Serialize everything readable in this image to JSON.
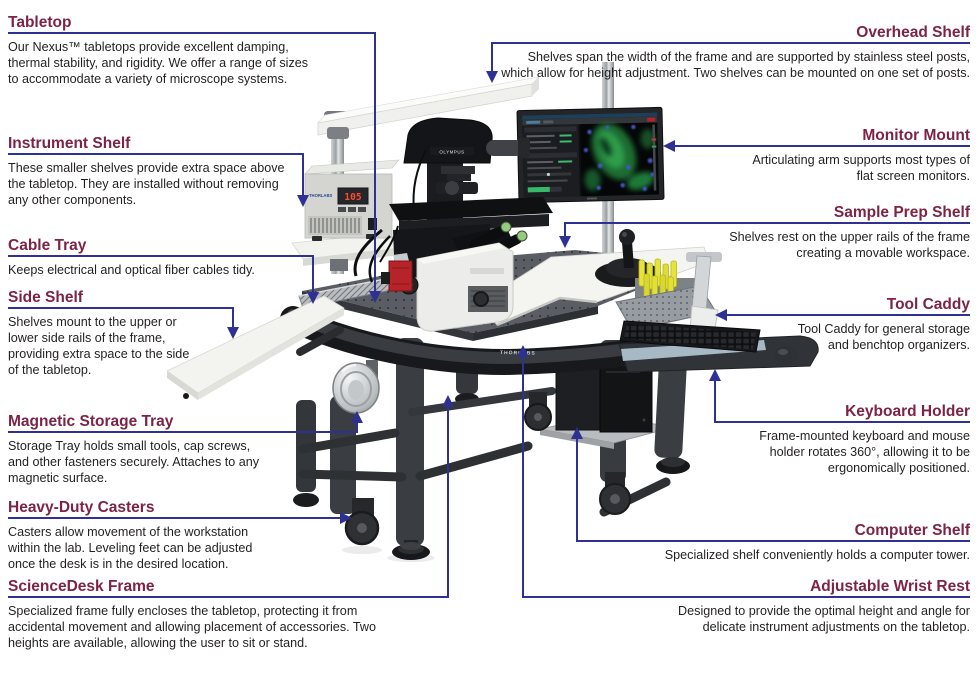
{
  "colors": {
    "heading": "#7c2346",
    "callout_line": "#2e3192",
    "body_text": "#231f20",
    "tube_yellow": "#e6e33c",
    "red_accessory": "#b6242a"
  },
  "workstation": {
    "microscope_brand": "OLYMPUS",
    "desk_brand": "THORLABS",
    "instrument_brand": "THORLABS",
    "instrument_display": "105"
  },
  "callouts_left": [
    {
      "id": "tabletop",
      "title": "Tabletop",
      "description": "Our Nexus™ tabletops provide excellent damping, thermal stability, and rigidity. We offer a range of sizes to accommodate a variety of microscope systems."
    },
    {
      "id": "instrument-shelf",
      "title": "Instrument Shelf",
      "description": "These smaller shelves provide extra space above the tabletop. They are installed without removing any other components."
    },
    {
      "id": "cable-tray",
      "title": "Cable Tray",
      "description": "Keeps electrical and optical fiber cables tidy."
    },
    {
      "id": "side-shelf",
      "title": "Side Shelf",
      "description": "Shelves mount to the upper or lower side rails of the frame, providing extra space to the side of the tabletop."
    },
    {
      "id": "magnetic-storage-tray",
      "title": "Magnetic Storage Tray",
      "description": "Storage Tray holds small tools, cap screws, and other fasteners securely. Attaches to any magnetic surface."
    },
    {
      "id": "heavy-duty-casters",
      "title": "Heavy-Duty Casters",
      "description": "Casters allow movement of the workstation within the lab. Leveling feet can be adjusted once the desk is in the desired location."
    },
    {
      "id": "sciencedesk-frame",
      "title": "ScienceDesk Frame",
      "description": "Specialized frame fully encloses the tabletop, protecting it from accidental movement and allowing placement of accessories. Two heights are available, allowing the user to sit or stand."
    }
  ],
  "callouts_right": [
    {
      "id": "overhead-shelf",
      "title": "Overhead Shelf",
      "description": "Shelves span the width of the frame and are supported by stainless steel posts, which allow for height adjustment. Two shelves can be mounted on one set of posts."
    },
    {
      "id": "monitor-mount",
      "title": "Monitor Mount",
      "description": "Articulating arm supports most types of flat screen monitors."
    },
    {
      "id": "sample-prep-shelf",
      "title": "Sample Prep Shelf",
      "description": "Shelves rest on the upper rails of the frame creating a movable workspace."
    },
    {
      "id": "tool-caddy",
      "title": "Tool Caddy",
      "description": "Tool Caddy for general storage and benchtop organizers."
    },
    {
      "id": "keyboard-holder",
      "title": "Keyboard Holder",
      "description": "Frame-mounted keyboard and mouse holder rotates 360°, allowing it to be ergonomically positioned."
    },
    {
      "id": "computer-shelf",
      "title": "Computer Shelf",
      "description": "Specialized shelf conveniently holds a computer tower."
    },
    {
      "id": "adjustable-wrist-rest",
      "title": "Adjustable Wrist Rest",
      "description": "Designed to provide the optimal height and angle for delicate instrument adjustments on the tabletop."
    }
  ]
}
